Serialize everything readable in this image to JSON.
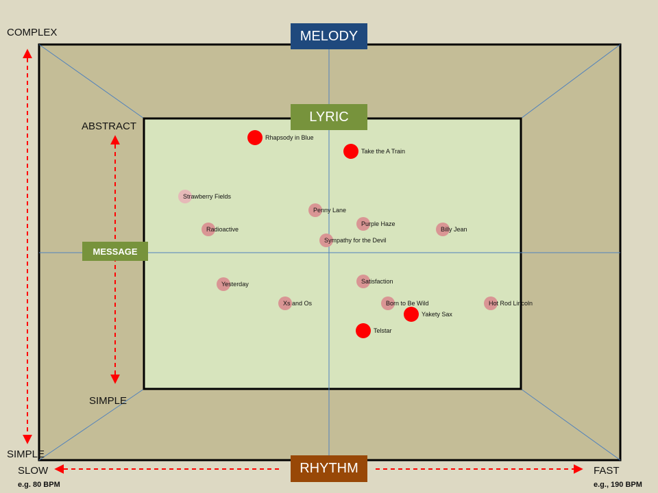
{
  "labels": {
    "complex": "COMPLEX",
    "simple_outer": "SIMPLE",
    "abstract": "ABSTRACT",
    "simple_inner": "SIMPLE",
    "slow": "SLOW",
    "fast": "FAST",
    "slow_bpm": "e.g. 80 BPM",
    "fast_bpm": "e.g., 190 BPM"
  },
  "tags": {
    "melody": "MELODY",
    "lyric": "LYRIC",
    "message": "MESSAGE",
    "rhythm": "RHYTHM"
  },
  "colors": {
    "background": "#ddd9c3",
    "outer_fill": "#c4bd97",
    "inner_fill": "#d7e4bd",
    "melody_tag": "#1f497d",
    "lyric_tag": "#77933c",
    "message_tag": "#77933c",
    "rhythm_tag": "#984807",
    "arrow": "#ff0000",
    "dot_strong": "#ff0000",
    "dot_soft": "#d99594",
    "dot_faint": "#e6b9b8",
    "axis_line": "#4f81bd"
  },
  "songs": [
    {
      "name": "Rhapsody in Blue",
      "melody": 8.4,
      "rhythm": -5.4,
      "style": "strong"
    },
    {
      "name": "Take the A Train",
      "melody": 7.4,
      "rhythm": 1.6,
      "style": "strong"
    },
    {
      "name": "Strawberry Fields",
      "melody": 4.1,
      "rhythm": -10.5,
      "style": "faint"
    },
    {
      "name": "Penny Lane",
      "melody": 3.1,
      "rhythm": -1.0,
      "style": "soft"
    },
    {
      "name": "Purple Haze",
      "melody": 2.1,
      "rhythm": 2.5,
      "style": "soft"
    },
    {
      "name": "Radioactive",
      "melody": 1.7,
      "rhythm": -8.8,
      "style": "soft"
    },
    {
      "name": "Billy Jean",
      "melody": 1.7,
      "rhythm": 8.3,
      "style": "soft"
    },
    {
      "name": "Sympathy for the Devil",
      "melody": 0.9,
      "rhythm": -0.2,
      "style": "soft"
    },
    {
      "name": "Satisfaction",
      "melody": -2.1,
      "rhythm": 2.5,
      "style": "soft"
    },
    {
      "name": "Yesterday",
      "melody": -2.3,
      "rhythm": -7.7,
      "style": "soft"
    },
    {
      "name": "Xs and Os",
      "melody": -3.7,
      "rhythm": -3.2,
      "style": "soft"
    },
    {
      "name": "Born to Be Wild",
      "melody": -3.7,
      "rhythm": 4.3,
      "style": "soft"
    },
    {
      "name": "Hot Rod Lincoln",
      "melody": -3.7,
      "rhythm": 11.8,
      "style": "soft"
    },
    {
      "name": "Yakety Sax",
      "melody": -4.5,
      "rhythm": 6.0,
      "style": "strong"
    },
    {
      "name": "Telstar",
      "melody": -5.7,
      "rhythm": 2.5,
      "style": "strong"
    }
  ]
}
